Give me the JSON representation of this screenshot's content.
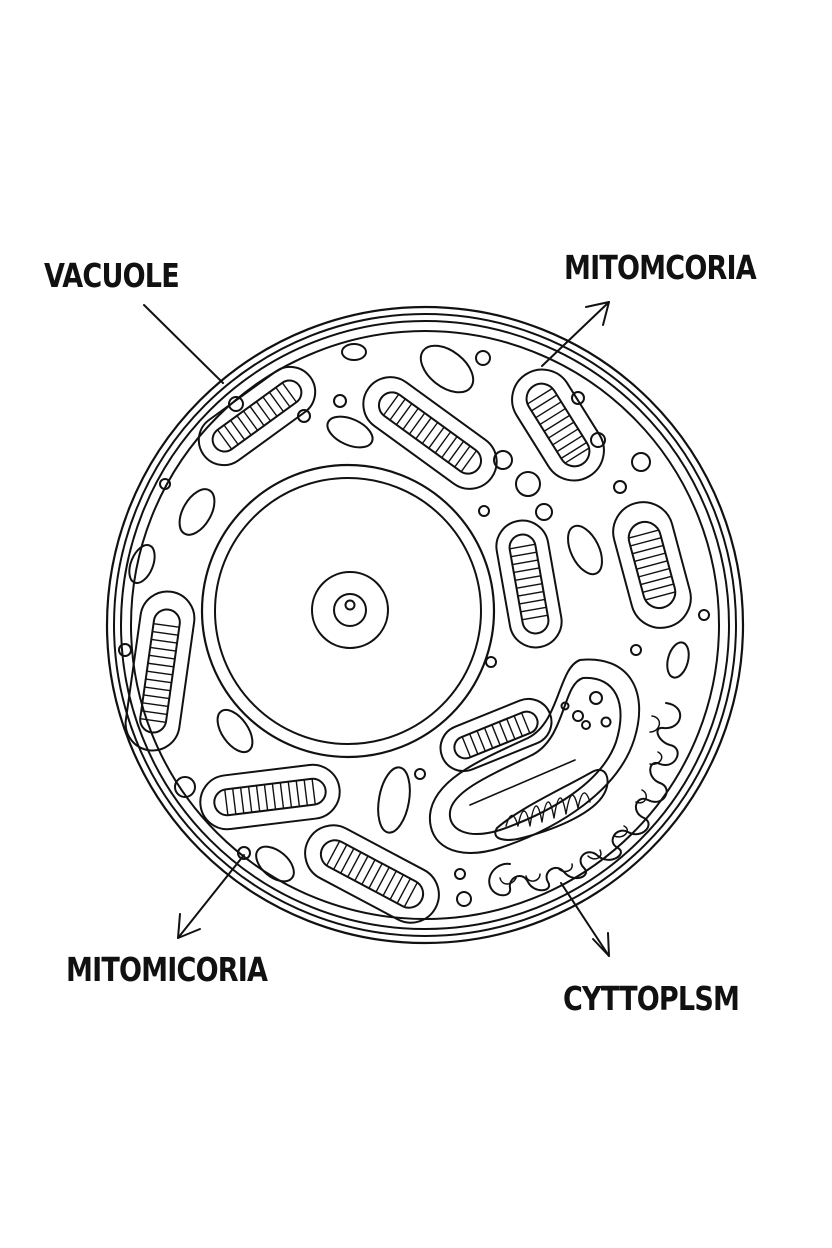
{
  "diagram": {
    "labels": {
      "vacuole": "VACUOLE",
      "mitochondria_top": "MITOMCORIA",
      "mitochondria_bottom": "MITOMICORIA",
      "cytoplasm": "CYTTOPLSM"
    },
    "colors": {
      "line": "#111111",
      "background": "#ffffff"
    }
  }
}
